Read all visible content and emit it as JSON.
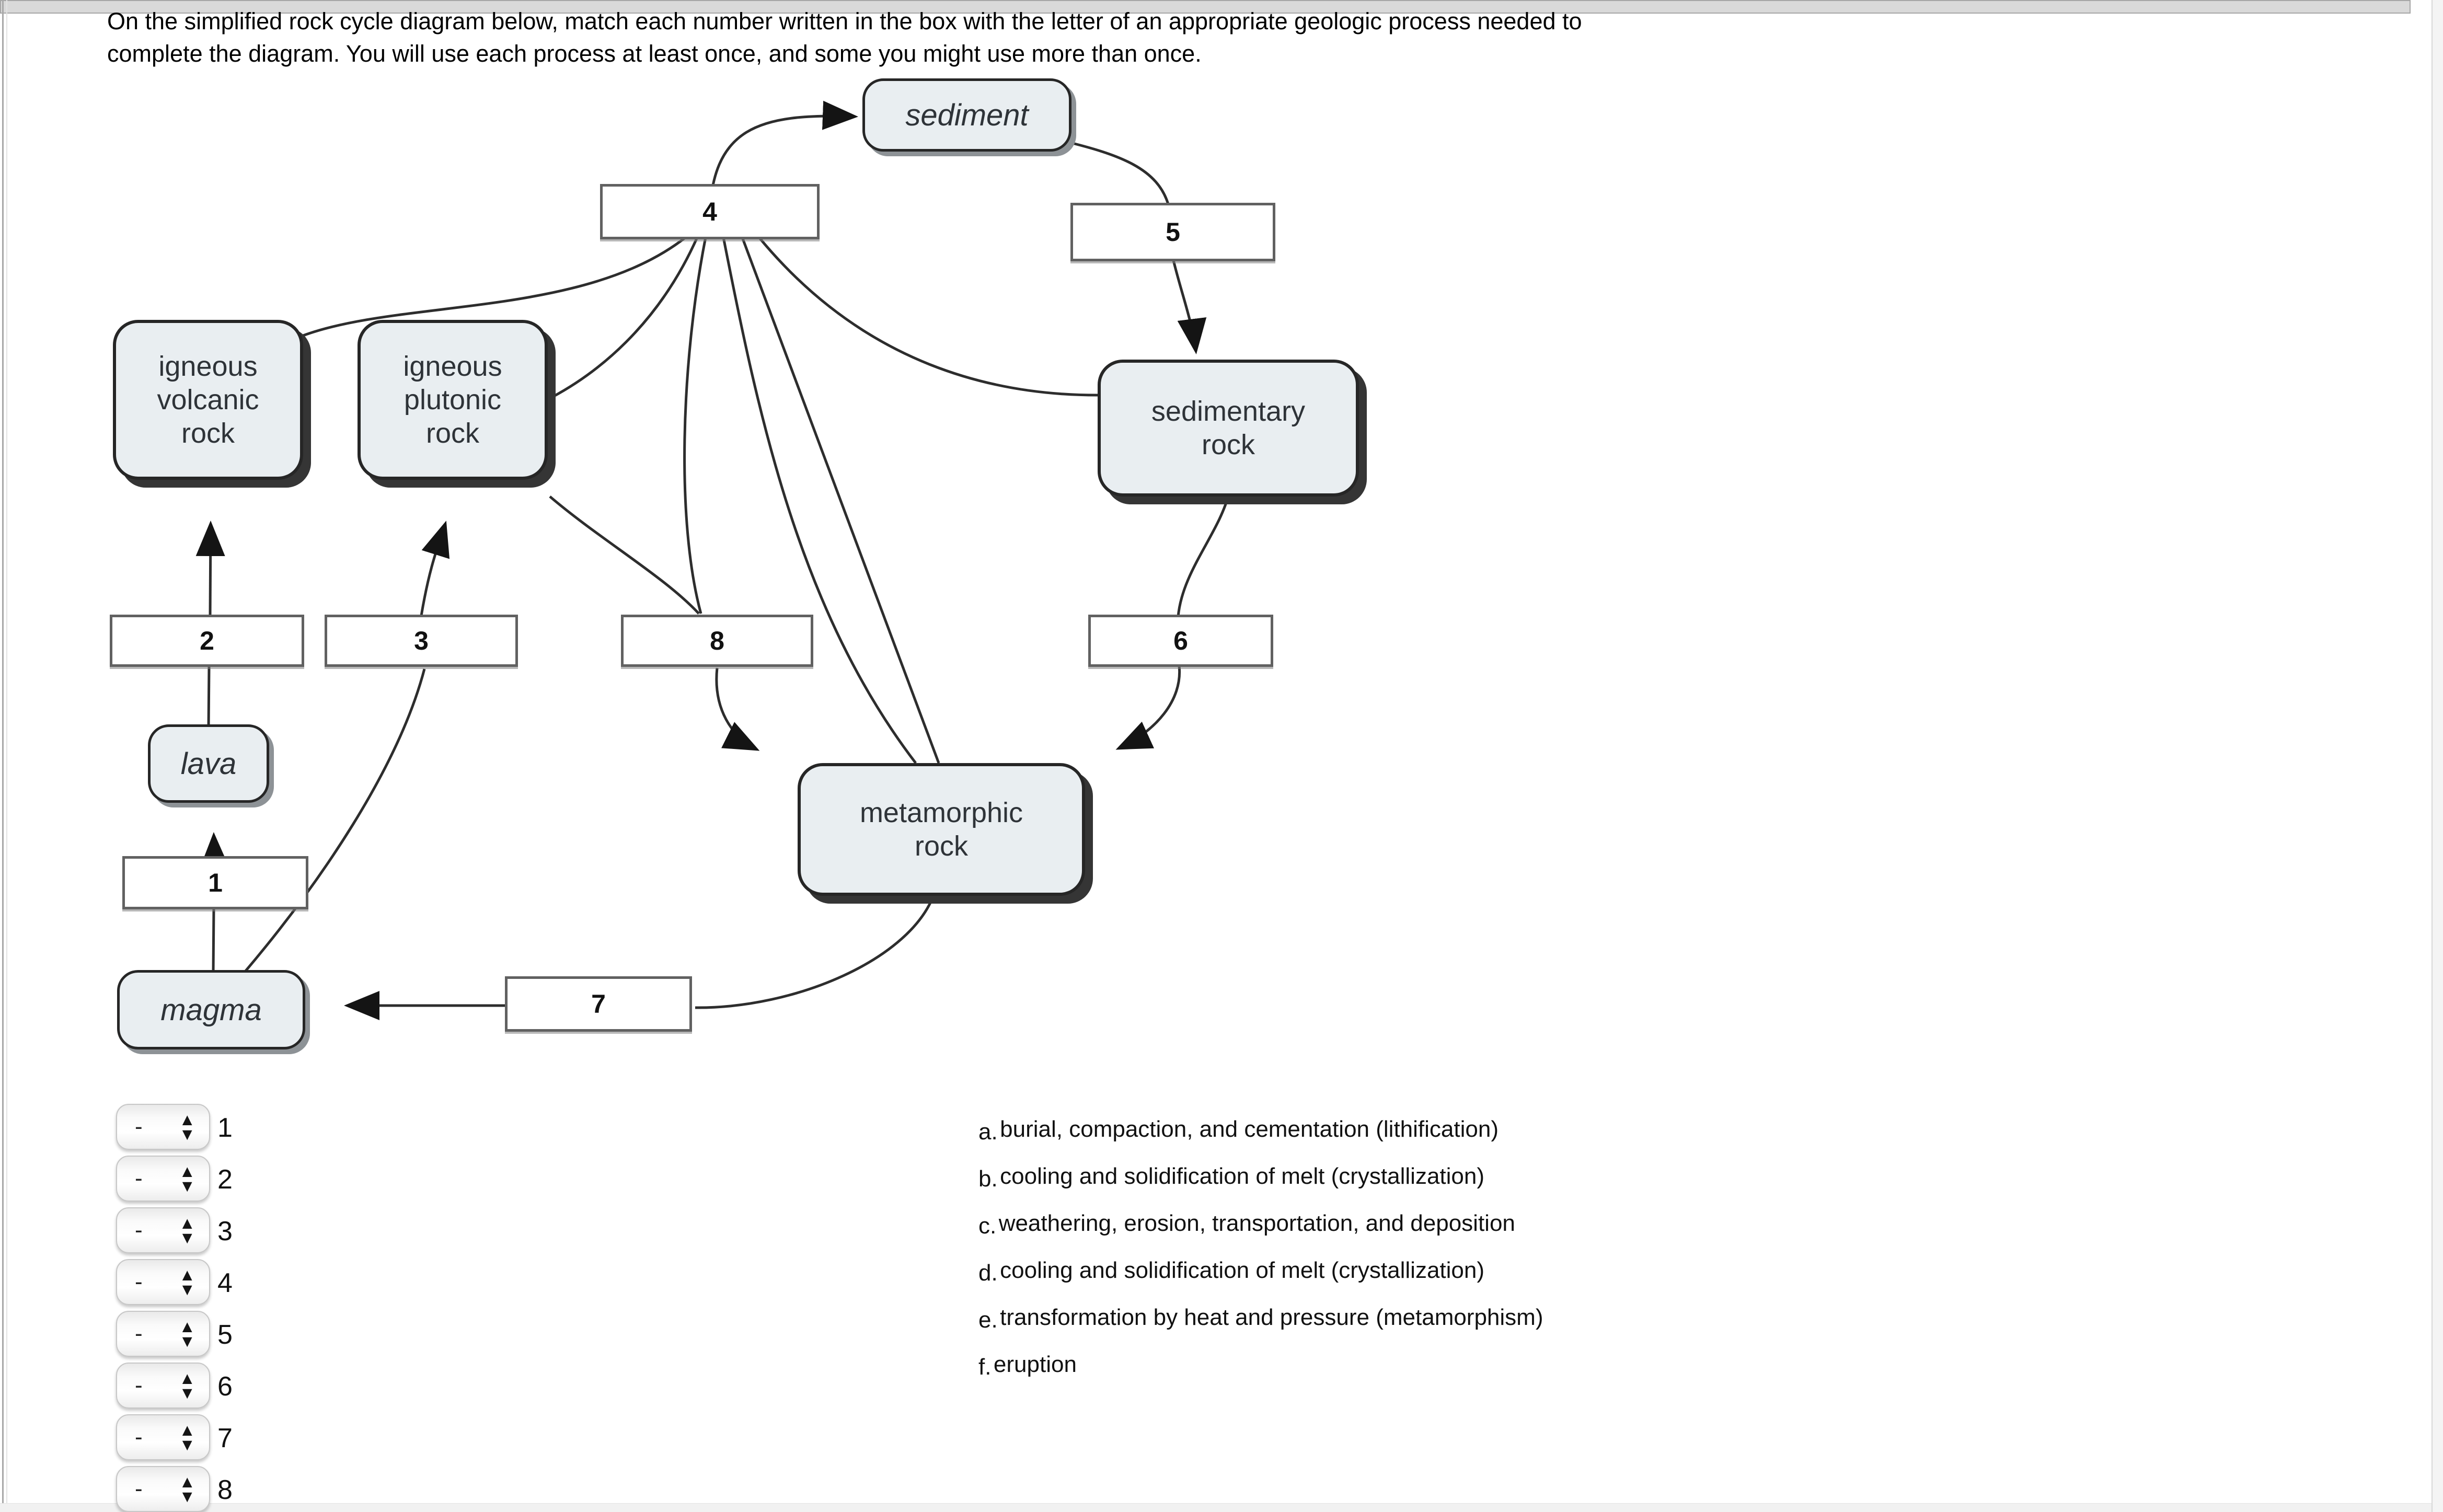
{
  "question": {
    "line1": "On the simplified rock cycle diagram below, match each number written in the box with the letter of an appropriate geologic process needed to",
    "line2": "complete the diagram. You will use each process at least once, and some you might use more than once."
  },
  "diagram": {
    "nodes": [
      {
        "label": "sediment"
      },
      {
        "label": "igneous volcanic rock"
      },
      {
        "label": "igneous plutonic rock"
      },
      {
        "label": "sedimentary rock"
      },
      {
        "label": "metamorphic rock"
      },
      {
        "label": "lava"
      },
      {
        "label": "magma"
      }
    ],
    "process_boxes": [
      {
        "label": "1"
      },
      {
        "label": "2"
      },
      {
        "label": "3"
      },
      {
        "label": "4"
      },
      {
        "label": "5"
      },
      {
        "label": "6"
      },
      {
        "label": "7"
      },
      {
        "label": "8"
      }
    ]
  },
  "answers": {
    "rows": [
      {
        "number": "1",
        "selected": "-"
      },
      {
        "number": "2",
        "selected": "-"
      },
      {
        "number": "3",
        "selected": "-"
      },
      {
        "number": "4",
        "selected": "-"
      },
      {
        "number": "5",
        "selected": "-"
      },
      {
        "number": "6",
        "selected": "-"
      },
      {
        "number": "7",
        "selected": "-"
      },
      {
        "number": "8",
        "selected": "-"
      }
    ]
  },
  "options": [
    {
      "letter": "a.",
      "text": "burial, compaction, and cementation (lithification)"
    },
    {
      "letter": "b.",
      "text": "cooling and solidification of melt (crystallization)"
    },
    {
      "letter": "c.",
      "text": "weathering, erosion, transportation, and deposition"
    },
    {
      "letter": "d.",
      "text": "cooling and solidification of melt (crystallization)"
    },
    {
      "letter": "e.",
      "text": "transformation by heat and pressure (metamorphism)"
    },
    {
      "letter": "f.",
      "text": "eruption"
    }
  ],
  "colors": {
    "node_fill": "#e9eef1",
    "node_border": "#262626",
    "connector": "#2d2d2d",
    "process_box_border": "#616161",
    "top_bar": "#d9d9d9"
  }
}
